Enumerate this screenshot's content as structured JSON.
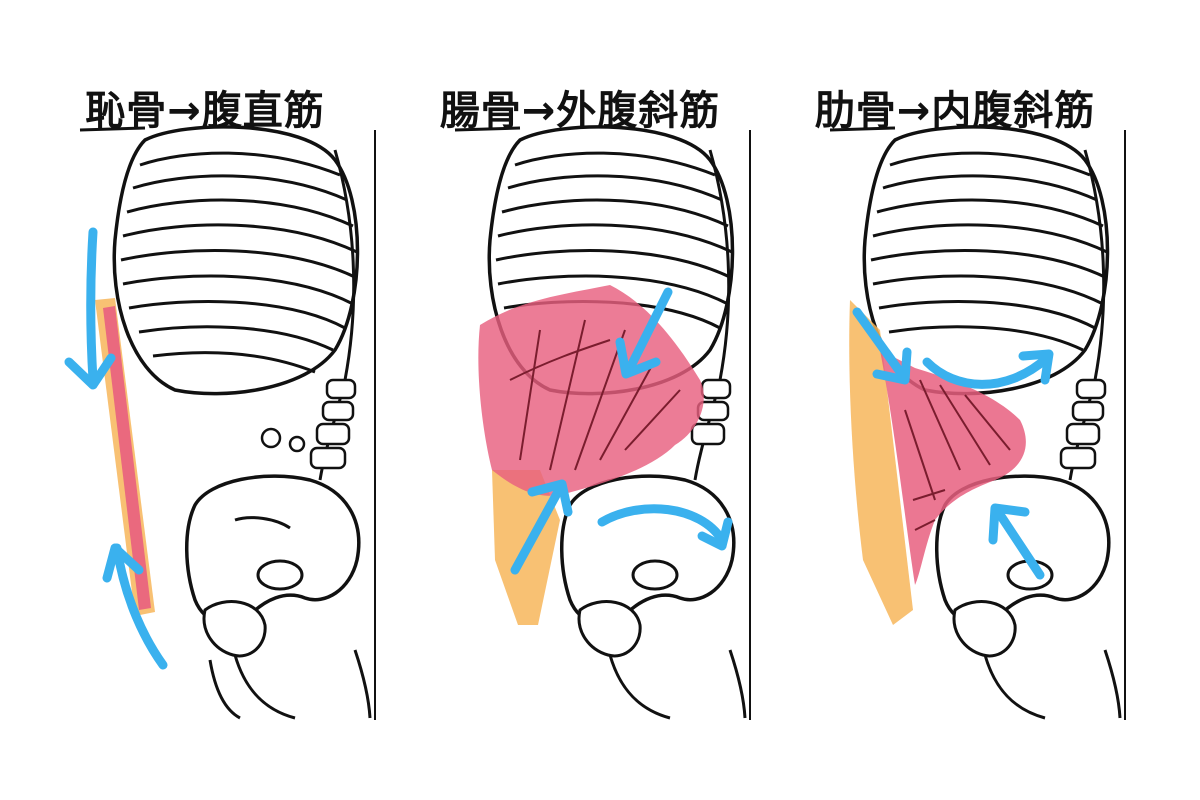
{
  "panels": [
    {
      "title": "恥骨→腹直筋",
      "muscle_colors": [
        "#e85f7f",
        "#f7b65a"
      ],
      "arrow_color": "#3ab1ee",
      "muscle": "rectus-abdominis"
    },
    {
      "title": "腸骨→外腹斜筋",
      "muscle_colors": [
        "#e85f7f",
        "#f7b65a"
      ],
      "arrow_color": "#3ab1ee",
      "muscle": "external-oblique"
    },
    {
      "title": "肋骨→内腹斜筋",
      "muscle_colors": [
        "#e85f7f",
        "#f7b65a"
      ],
      "arrow_color": "#3ab1ee",
      "muscle": "internal-oblique"
    }
  ]
}
